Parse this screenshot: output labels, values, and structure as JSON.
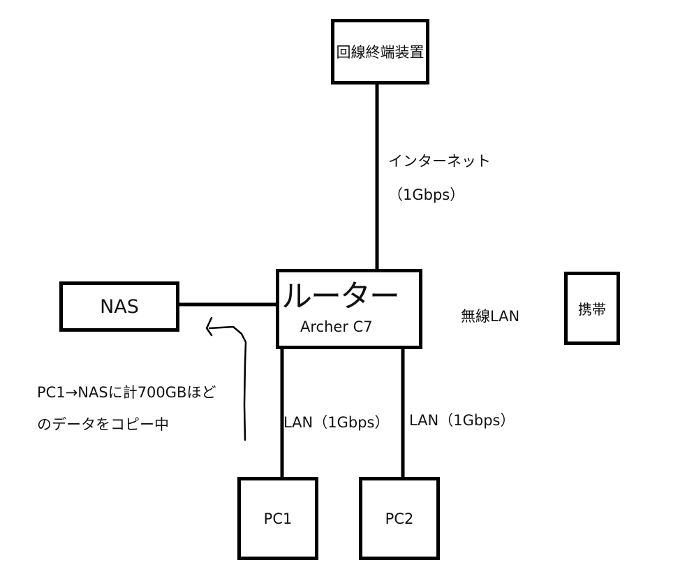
{
  "nodes": {
    "ont": {
      "label": "回線終端装置"
    },
    "router": {
      "label": "ルーター",
      "model": "Archer C7"
    },
    "nas": {
      "label": "NAS"
    },
    "mobile": {
      "label": "携帯"
    },
    "pc1": {
      "label": "PC1"
    },
    "pc2": {
      "label": "PC2"
    }
  },
  "links": {
    "internet": {
      "label": "インターネット",
      "speed": "（1Gbps）"
    },
    "wireless": {
      "label": "無線LAN"
    },
    "lan1": {
      "label": "LAN（1Gbps）"
    },
    "lan2": {
      "label": "LAN（1Gbps）"
    }
  },
  "annotation": {
    "line1": "PC1→NASに計700GBほど",
    "line2": "のデータをコピー中"
  }
}
